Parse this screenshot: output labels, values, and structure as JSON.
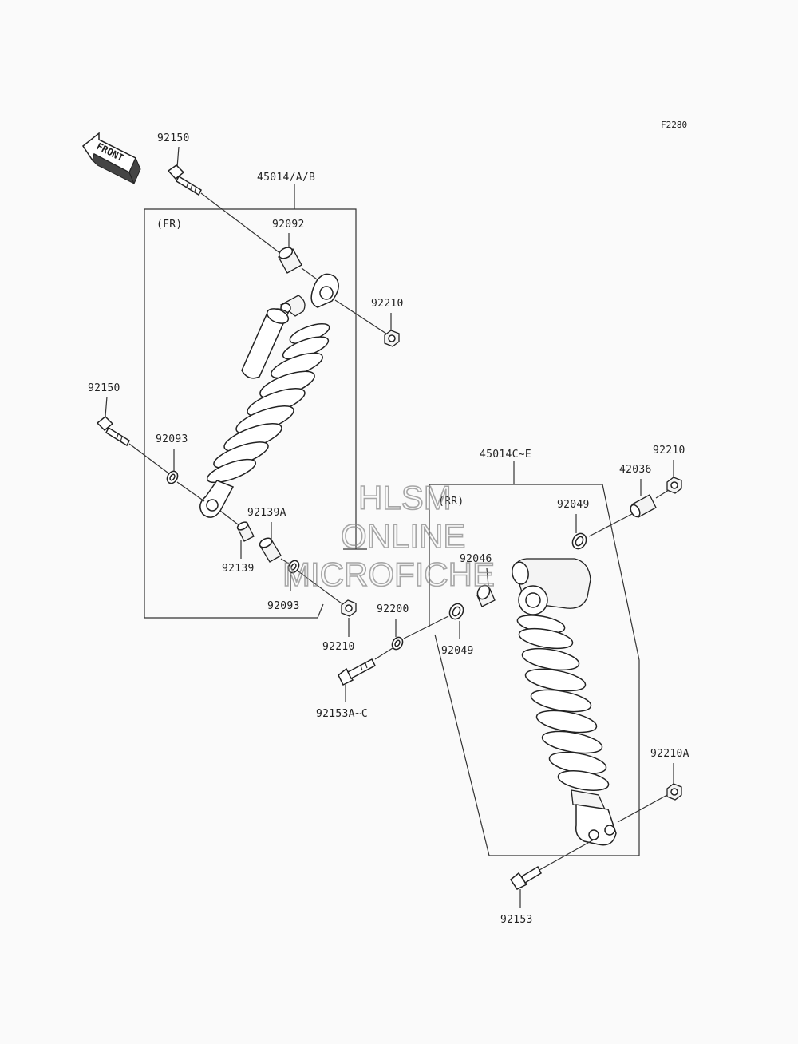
{
  "figure_code": "F2280",
  "front_label": "FRONT",
  "watermark": {
    "line1": "HLSM",
    "line2": "ONLINE",
    "line3": "MICROFICHE"
  },
  "groups": {
    "front_shock": {
      "part_number": "45014/A/B",
      "position": "(FR)"
    },
    "rear_shock": {
      "part_number": "45014C~E",
      "position": "(RR)"
    }
  },
  "callouts": {
    "bolt_top_front": "92150",
    "collar_top_front": "92092",
    "nut_top_front": "92210",
    "bolt_bottom_front": "92150",
    "washer_left_front": "92093",
    "collar_a_front": "92139A",
    "collar_front": "92139",
    "washer_right_front": "92093",
    "nut_bottom_front": "92210",
    "washer_rear_mid": "92200",
    "bolt_rear_mid": "92153A~C",
    "seal_rear_top": "92049",
    "bearing_rear": "92046",
    "seal_rear_bottom": "92049",
    "nut_rear_top": "92210",
    "collar_rear_top": "42036",
    "nut_rear_bottom": "92210A",
    "bolt_rear_bottom": "92153"
  }
}
